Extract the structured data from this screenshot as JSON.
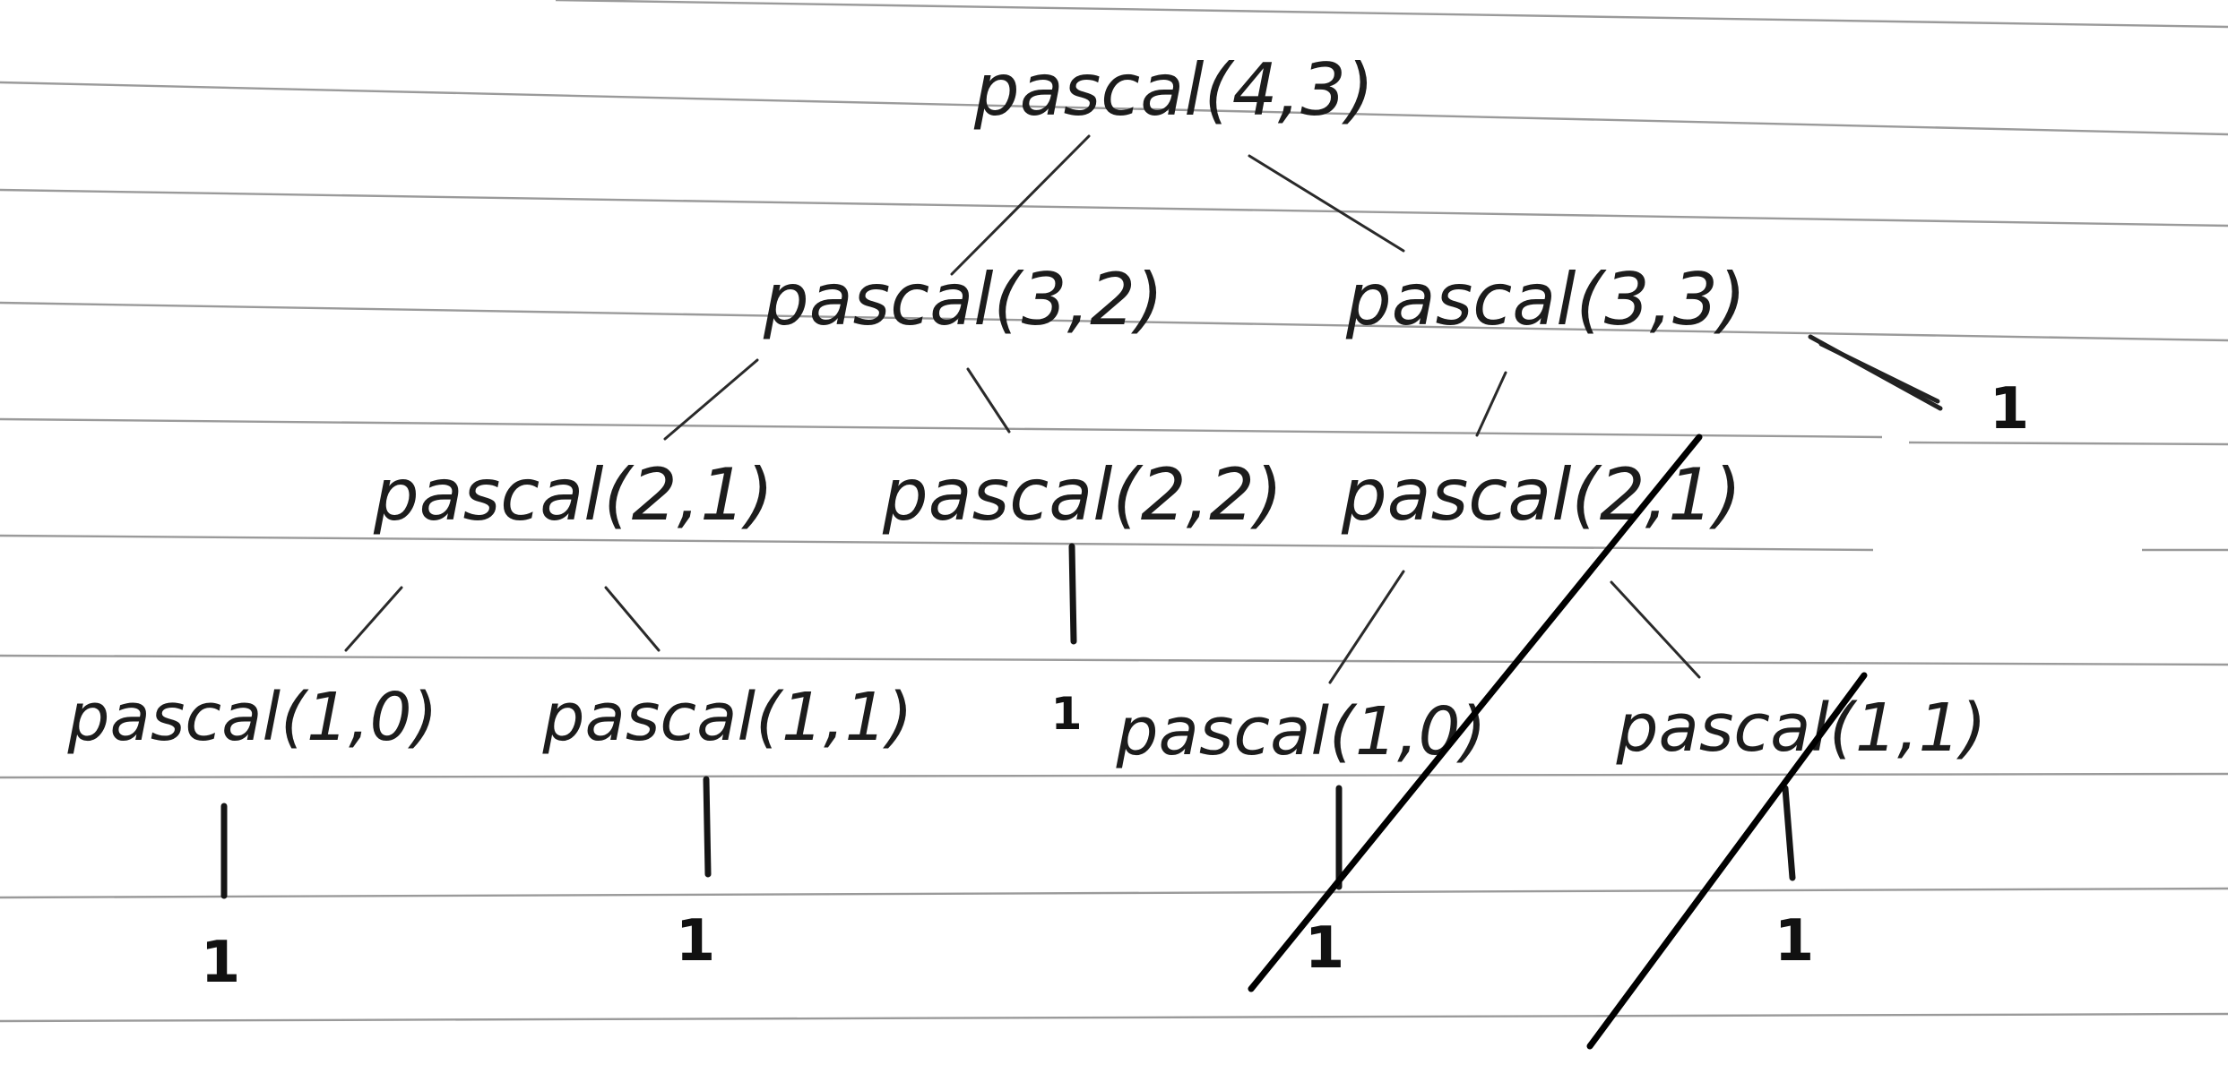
{
  "diagram": {
    "nodes": {
      "root": "pascal(4,3)",
      "l1_left": "pascal(3,2)",
      "l1_right": "pascal(3,3)",
      "l1_right_result": "1",
      "l2_a": "pascal(2,1)",
      "l2_b": "pascal(2,2)",
      "l2_c": "pascal(2,1)",
      "l3_a": "pascal(1,0)",
      "l3_b": "pascal(1,1)",
      "l3_b2_result": "1",
      "l3_c": "pascal(1,0)",
      "l3_d": "pascal(1,1)",
      "l4_a_result": "1",
      "l4_b_result": "1",
      "l4_c_result": "1",
      "l4_d_result": "1"
    },
    "colors": {
      "ink": "#1c1c1c",
      "rule_line": "#9a9a9a",
      "paper": "#ffffff"
    }
  }
}
